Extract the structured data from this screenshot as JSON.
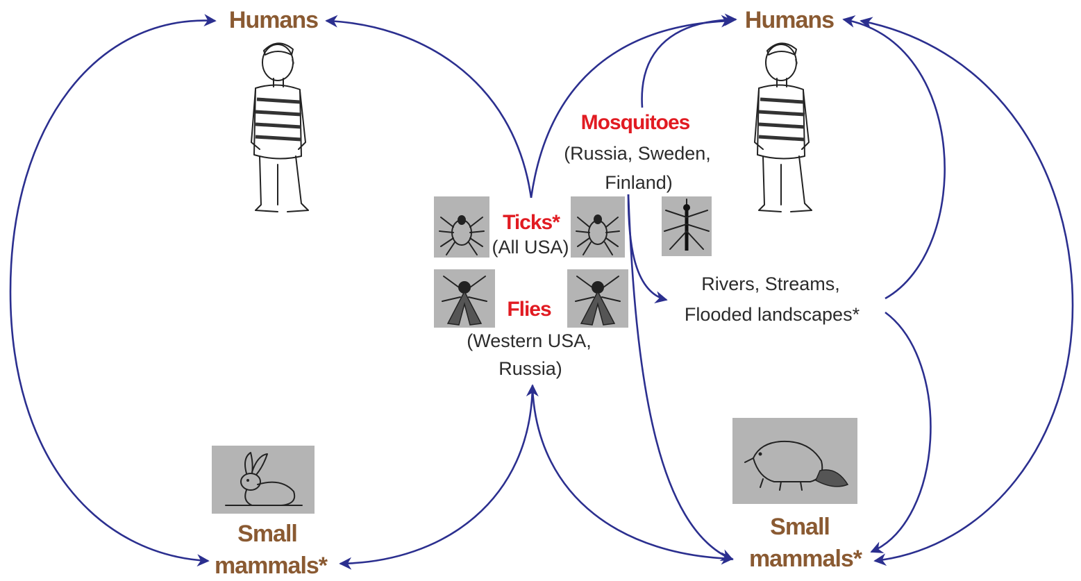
{
  "labels": {
    "left_host_top": "Humans",
    "left_host_bottom_line1": "Small",
    "left_host_bottom_line2": "mammals*",
    "right_host_top": "Humans",
    "right_host_bottom_line1": "Small",
    "right_host_bottom_line2": "mammals*",
    "ticks": "Ticks*",
    "ticks_region": "(All USA)",
    "flies": "Flies",
    "flies_region_line1": "(Western USA,",
    "flies_region_line2": "Russia)",
    "mosquitoes": "Mosquitoes",
    "mosquitoes_region_line1": "(Russia, Sweden,",
    "mosquitoes_region_line2": "Finland)",
    "water_line1": "Rivers, Streams,",
    "water_line2": "Flooded landscapes*"
  },
  "colors": {
    "host_label": "#8a5a32",
    "vector_label": "#e11b22",
    "arrow": "#2b2f8f",
    "photo_bg": "#b4b4b4"
  },
  "icons": [
    "human-sketch-icon",
    "tick-icon",
    "fly-icon",
    "mosquito-icon",
    "rabbit-icon",
    "beaver-icon"
  ]
}
